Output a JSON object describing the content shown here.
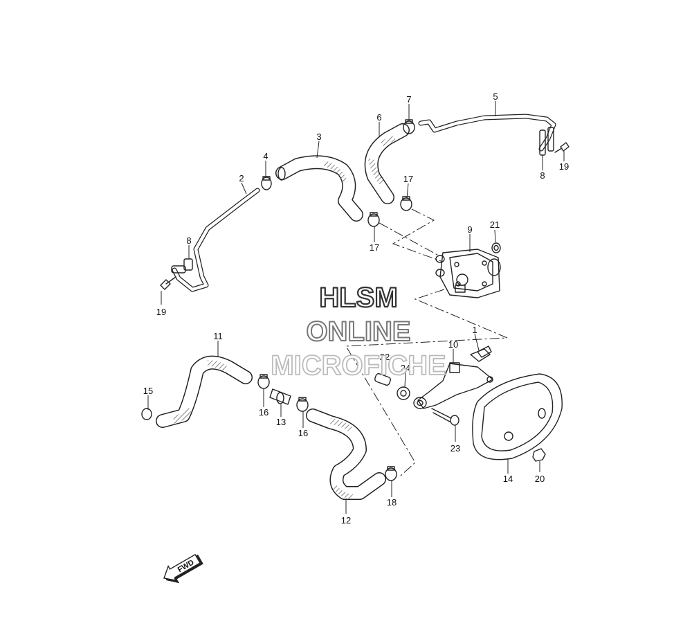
{
  "callouts": {
    "c1": "1",
    "c2": "2",
    "c3": "3",
    "c4": "4",
    "c5": "5",
    "c6": "6",
    "c7": "7",
    "c8a": "8",
    "c8b": "8",
    "c9": "9",
    "c10": "10",
    "c11": "11",
    "c12": "12",
    "c13": "13",
    "c14": "14",
    "c15": "15",
    "c16a": "16",
    "c16b": "16",
    "c17a": "17",
    "c17b": "17",
    "c18": "18",
    "c19a": "19",
    "c19b": "19",
    "c20": "20",
    "c21": "21",
    "c22": "22",
    "c23": "23",
    "c24": "24"
  },
  "watermark": {
    "line1": "HLSM",
    "line2": "ONLINE",
    "line3": "MICROFICHE"
  },
  "fwd_label": "FWD",
  "colors": {
    "line": "#222222",
    "hatch": "#666666",
    "watermark1": "#333333",
    "watermark2": "#777777",
    "watermark3": "#bbbbbb"
  }
}
